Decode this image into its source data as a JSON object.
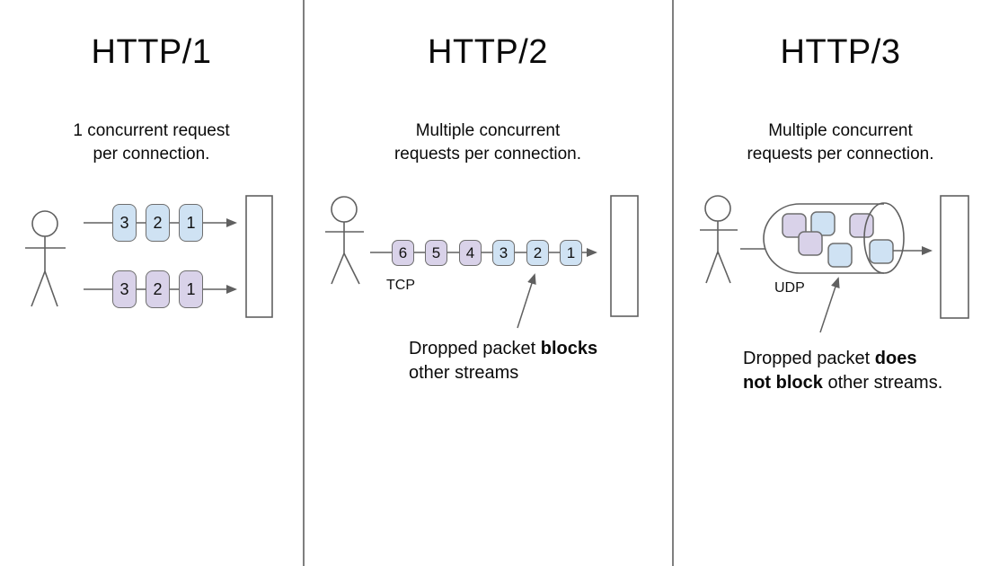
{
  "colors": {
    "packet_blue": "#cfe2f3",
    "packet_purple": "#d9d2e9",
    "stroke_gray": "#606060",
    "divider_gray": "#7f7f7f",
    "text_black": "#0a0a0a"
  },
  "panels": [
    {
      "title": "HTTP/1",
      "subtitle": "1 concurrent request\nper connection.",
      "streams": [
        [
          "3",
          "2",
          "1"
        ],
        [
          "3",
          "2",
          "1"
        ]
      ]
    },
    {
      "title": "HTTP/2",
      "subtitle": "Multiple concurrent\nrequests per connection.",
      "protocol_label": "TCP",
      "stream": [
        "6",
        "5",
        "4",
        "3",
        "2",
        "1"
      ],
      "caption": {
        "l1a": "Dropped packet ",
        "l1b": "blocks",
        "l2a": "other streams"
      }
    },
    {
      "title": "HTTP/3",
      "subtitle": "Multiple concurrent\nrequests per connection.",
      "protocol_label": "UDP",
      "caption": {
        "l1a": "Dropped packet ",
        "l1b": "does",
        "l2a": "not block",
        "l2b": " other streams."
      }
    }
  ]
}
